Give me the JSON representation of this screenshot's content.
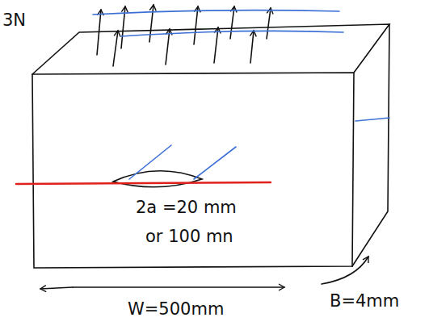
{
  "diagram": {
    "labels": [
      "3N",
      "2a =20 mm",
      "or 100 mn",
      "W=500mm",
      "B=4mm"
    ]
  }
}
